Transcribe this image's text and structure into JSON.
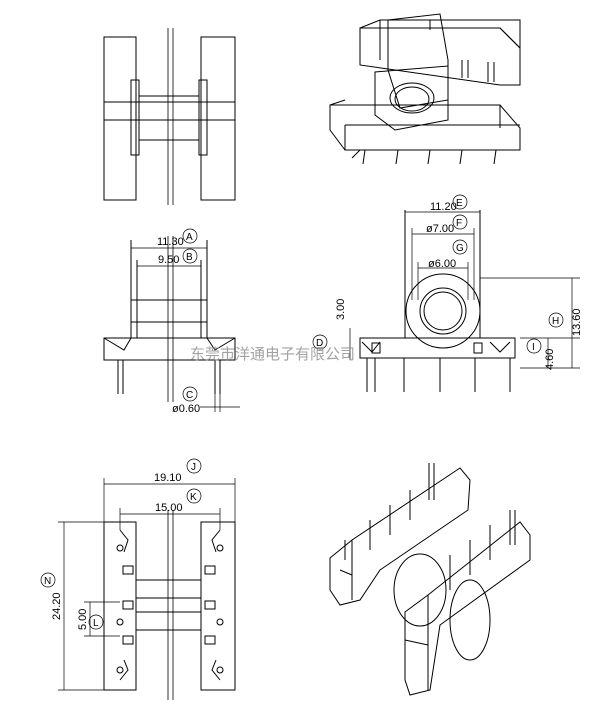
{
  "dimensions": {
    "side_outer_width": "11.30",
    "side_inner_width": "9.50",
    "pin_diameter": "ø0.60",
    "flange_depth": "3.00",
    "front_width": "11.20",
    "bore_outer": "ø7.00",
    "bore_inner": "ø6.00",
    "total_height": "13.60",
    "pin_height": "4.60",
    "base_width": "19.10",
    "slot_width": "15.00",
    "base_length": "24.20",
    "pin_pitch": "5.00"
  },
  "markers": {
    "a": "A",
    "b": "B",
    "c": "C",
    "d": "D",
    "e": "E",
    "f": "F",
    "g": "G",
    "h": "H",
    "i": "I",
    "j": "J",
    "k": "K",
    "l": "L",
    "n": "N"
  },
  "watermark": "东莞市洋通电子有限公司"
}
